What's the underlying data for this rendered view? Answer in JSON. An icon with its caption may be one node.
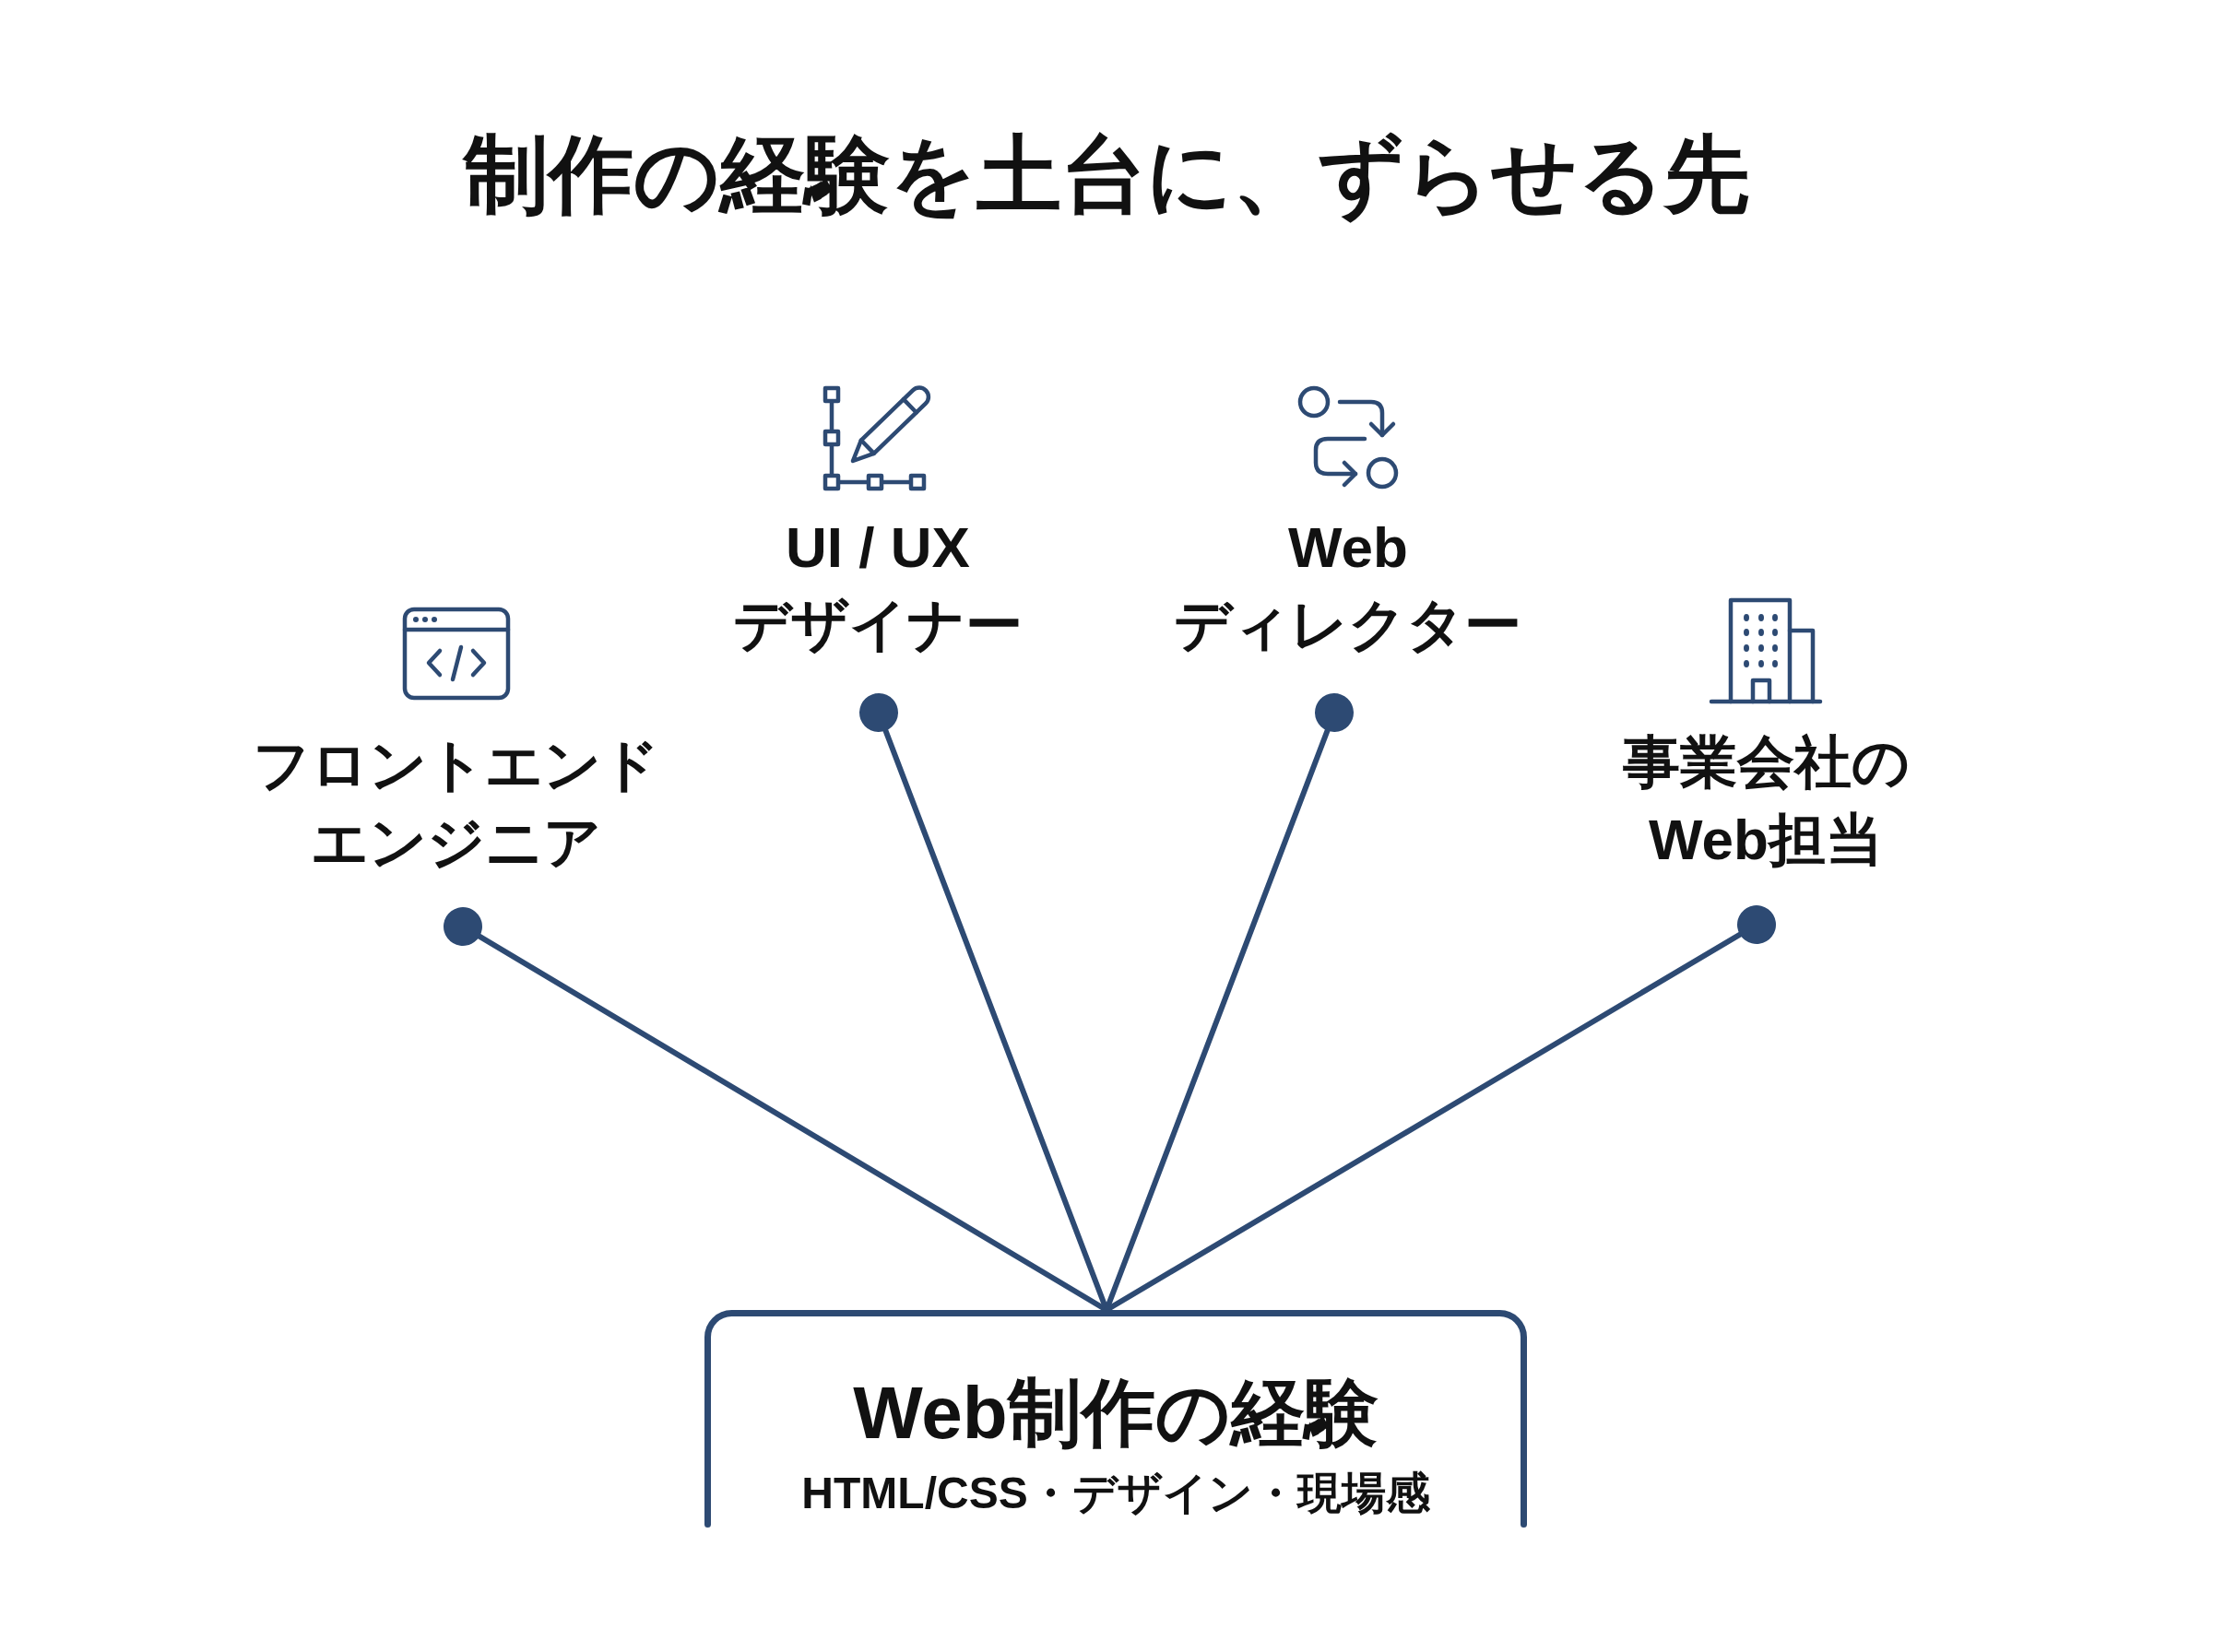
{
  "diagram": {
    "title": "制作の経験を土台に、ずらせる先",
    "nodes": [
      {
        "text": [
          "フロントエンドエンジニア"
        ]
      },
      {
        "text": [
          "UI / UX デザイナー"
        ]
      },
      {
        "text": [
          "Web ディレクター"
        ]
      },
      {
        "text": [
          "事業会社のWeb担当"
        ]
      },
      {
        "text": [
          "Web制作の経験",
          "HTML/CSS・デザイン・現場感"
        ]
      }
    ],
    "edges": [
      {
        "from": 4,
        "to": 0,
        "arrow": "other"
      },
      {
        "from": 4,
        "to": 1,
        "arrow": "other"
      },
      {
        "from": 4,
        "to": 2,
        "arrow": "other"
      },
      {
        "from": 4,
        "to": 3,
        "arrow": "other"
      }
    ]
  }
}
